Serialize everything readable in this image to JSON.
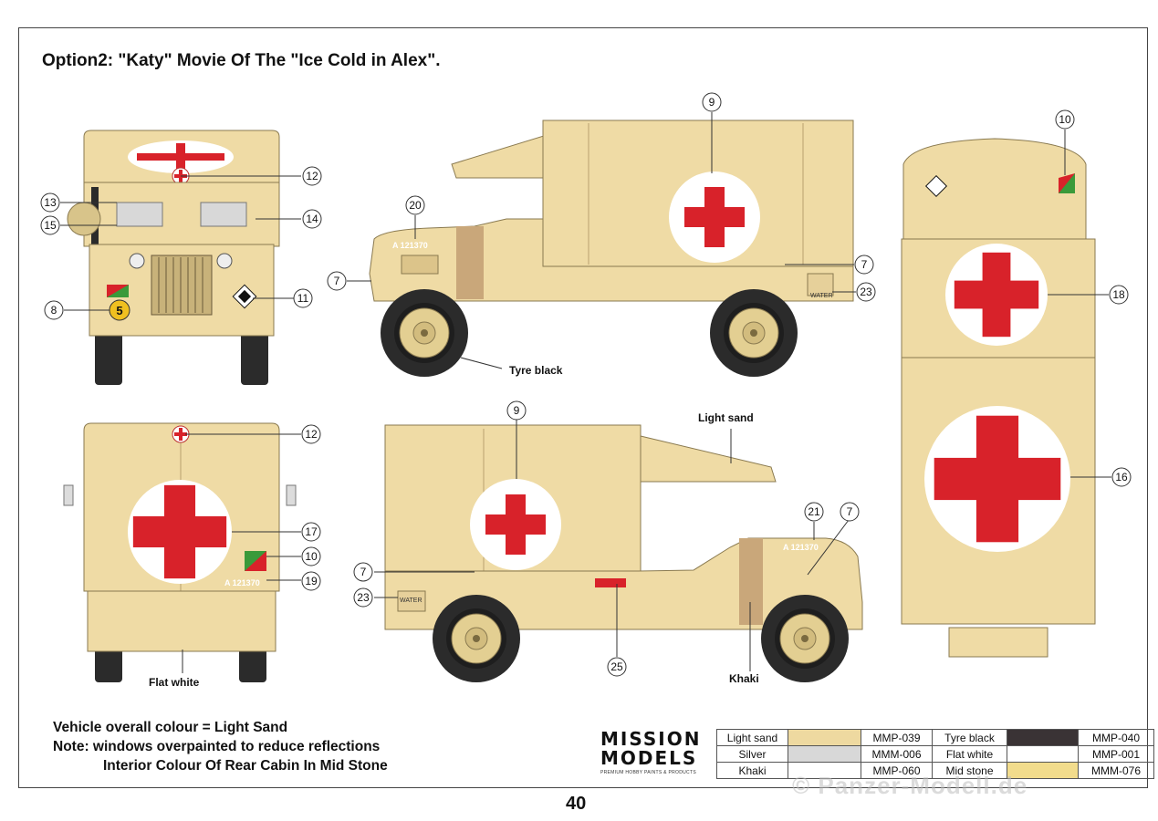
{
  "title": "Option2: \"Katy\" Movie Of The \"Ice Cold in Alex\".",
  "notes": {
    "line1": "Vehicle overall colour = Light Sand",
    "line2": "Note: windows overpainted to reduce reflections",
    "line3": "Interior Colour Of Rear Cabin In Mid Stone"
  },
  "page_number": "40",
  "callout_labels": {
    "tyre_black": "Tyre black",
    "light_sand": "Light sand",
    "flat_white": "Flat white",
    "khaki": "Khaki"
  },
  "markings": {
    "registration": "A 121370",
    "water": "WATER",
    "bridge_number": "5"
  },
  "callouts": {
    "front": [
      "12",
      "13",
      "15",
      "14",
      "8",
      "11"
    ],
    "side_right": [
      "9",
      "20",
      "7",
      "7",
      "23"
    ],
    "top": [
      "10",
      "18",
      "16"
    ],
    "rear": [
      "12",
      "17",
      "10",
      "19"
    ],
    "side_left": [
      "9",
      "21",
      "7",
      "7",
      "23",
      "25"
    ]
  },
  "logo": {
    "line1": "MISSION",
    "line2": "MODELS",
    "tagline": "PREMIUM HOBBY PAINTS & PRODUCTS"
  },
  "colour_table": [
    {
      "name": "Light sand",
      "swatch": "#eed9a0",
      "code": "MMP-039",
      "name2": "Tyre black",
      "swatch2": "#3a3335",
      "code2": "MMP-040"
    },
    {
      "name": "Silver",
      "swatch": "#d8d8d8",
      "code": "MMM-006",
      "name2": "Flat white",
      "swatch2": "#ffffff",
      "code2": "MMP-001"
    },
    {
      "name": "Khaki",
      "swatch": "#ffffff",
      "code": "MMP-060",
      "name2": "Mid stone",
      "swatch2": "#f2dc8c",
      "code2": "MMM-076"
    }
  ],
  "colors": {
    "body": "#efdba5",
    "body_dark": "#dcc48a",
    "cross_red": "#d8222a",
    "tyre": "#2b2b2b",
    "khaki": "#b89a6a",
    "window": "#d8d8d8"
  },
  "watermark": "© Panzer-Modell.de"
}
